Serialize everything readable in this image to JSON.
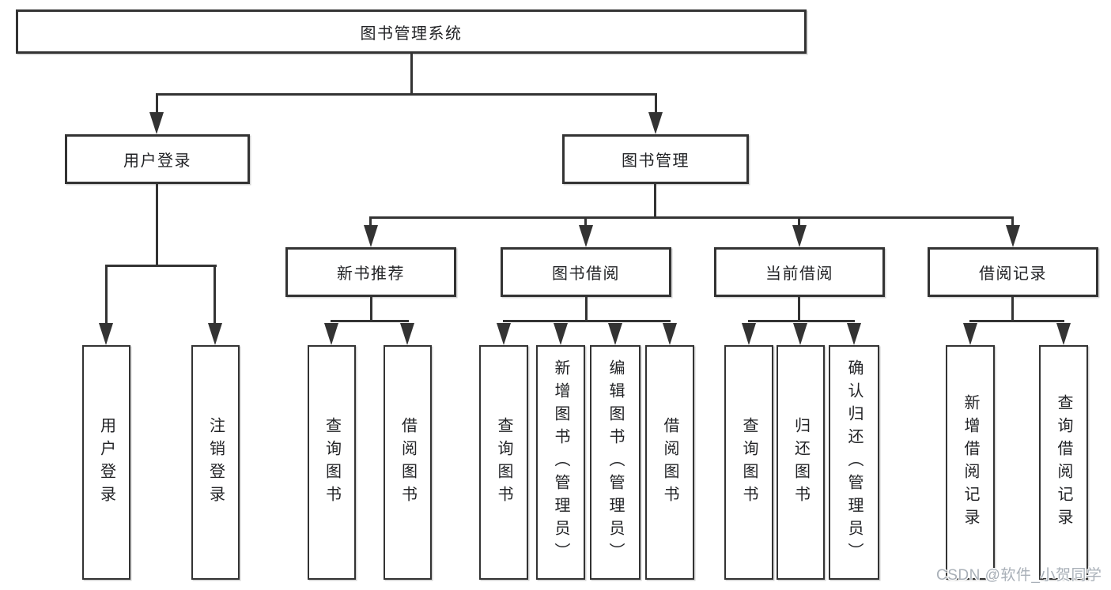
{
  "tree": {
    "root": {
      "label": "图书管理系统"
    },
    "branches": [
      {
        "label": "用户登录",
        "children": [
          {
            "label": "用户登录"
          },
          {
            "label": "注销登录"
          }
        ]
      },
      {
        "label": "图书管理",
        "children": [
          {
            "label": "新书推荐",
            "children": [
              {
                "label": "查询图书"
              },
              {
                "label": "借阅图书"
              }
            ]
          },
          {
            "label": "图书借阅",
            "children": [
              {
                "label": "查询图书"
              },
              {
                "label": "新增图书（管理员）"
              },
              {
                "label": "编辑图书（管理员）"
              },
              {
                "label": "借阅图书"
              }
            ]
          },
          {
            "label": "当前借阅",
            "children": [
              {
                "label": "查询图书"
              },
              {
                "label": "归还图书"
              },
              {
                "label": "确认归还（管理员）"
              }
            ]
          },
          {
            "label": "借阅记录",
            "children": [
              {
                "label": "新增借阅记录"
              },
              {
                "label": "查询借阅记录"
              }
            ]
          }
        ]
      }
    ]
  },
  "watermark": {
    "text": "CSDN @软件_小贺同学"
  },
  "colors": {
    "line": "#333333",
    "text": "#222326",
    "background": "#ffffff",
    "watermark": "#a9b0b8"
  }
}
